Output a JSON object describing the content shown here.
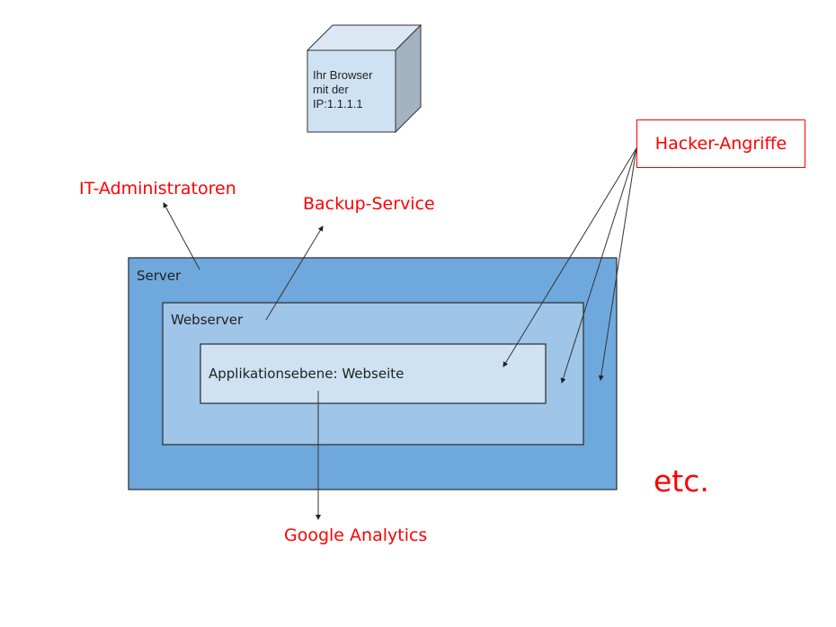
{
  "diagram": {
    "browser_cube": {
      "lines": [
        "Ihr Browser",
        "mit der",
        "IP:1.1.1.1"
      ]
    },
    "layers": {
      "server": "Server",
      "webserver": "Webserver",
      "application": "Applikationsebene: Webseite"
    },
    "external_actors": {
      "it_admins": "IT-Administratoren",
      "backup": "Backup-Service",
      "hackers": "Hacker-Angriffe",
      "analytics": "Google Analytics",
      "etc": "etc."
    },
    "colors": {
      "server_fill": "#6fa8dc",
      "webserver_fill": "#9fc5e8",
      "application_fill": "#cfe2f3",
      "cube_front": "#cfe2f3",
      "cube_side": "#a4b3c2",
      "label_red": "#ff0000",
      "border": "#2b2b2b"
    }
  }
}
